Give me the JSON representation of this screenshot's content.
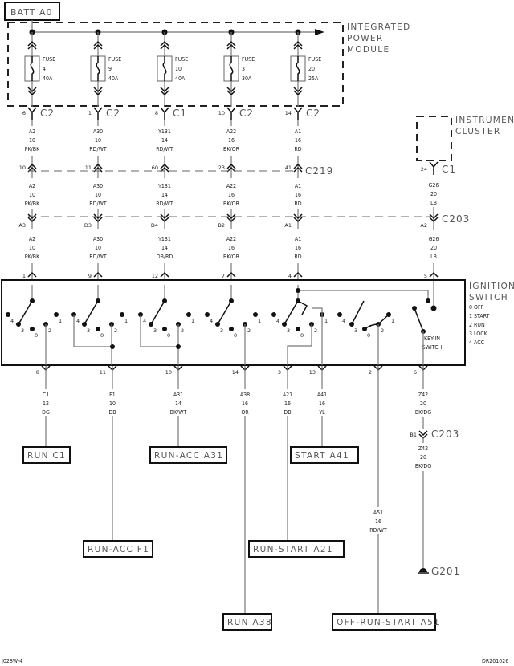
{
  "title_box": "BATT A0",
  "modules": {
    "ipm": [
      "INTEGRATED",
      "POWER",
      "MODULE"
    ],
    "cluster": [
      "INSTRUMENT",
      "CLUSTER"
    ],
    "ignition": [
      "IGNITION",
      "SWITCH"
    ],
    "ignition_legend": [
      "0 OFF",
      "1 START",
      "2 RUN",
      "3 LOCK",
      "4 ACC"
    ],
    "key_in": [
      "KEY-IN",
      "SWITCH"
    ]
  },
  "fuses": [
    {
      "label": "FUSE",
      "number": "4",
      "rating": "40A",
      "pin": "6",
      "connector": "C2"
    },
    {
      "label": "FUSE",
      "number": "9",
      "rating": "40A",
      "pin": "1",
      "connector": "C2"
    },
    {
      "label": "FUSE",
      "number": "10",
      "rating": "40A",
      "pin": "8",
      "connector": "C1"
    },
    {
      "label": "FUSE",
      "number": "3",
      "rating": "30A",
      "pin": "10",
      "connector": "C2"
    },
    {
      "label": "FUSE",
      "number": "20",
      "rating": "25A",
      "pin": "14",
      "connector": "C2"
    }
  ],
  "wires_top": [
    {
      "seg1": [
        "A2",
        "10",
        "PK/BK"
      ],
      "c219_pin": "10",
      "seg2": [
        "A2",
        "10",
        "PK/BK"
      ],
      "c203_pin": "A3",
      "seg3": [
        "A2",
        "10",
        "PK/BK"
      ],
      "sw_pin": "1"
    },
    {
      "seg1": [
        "A30",
        "10",
        "RD/WT"
      ],
      "c219_pin": "11",
      "seg2": [
        "A30",
        "10",
        "RD/WT"
      ],
      "c203_pin": "D3",
      "seg3": [
        "A30",
        "10",
        "RD/WT"
      ],
      "sw_pin": "9"
    },
    {
      "seg1": [
        "Y131",
        "14",
        "RD/WT"
      ],
      "c219_pin": "60",
      "seg2": [
        "Y131",
        "14",
        "RD/WT"
      ],
      "c203_pin": "D4",
      "seg3": [
        "Y131",
        "14",
        "DB/RD"
      ],
      "sw_pin": "12"
    },
    {
      "seg1": [
        "A22",
        "16",
        "BK/OR"
      ],
      "c219_pin": "23",
      "seg2": [
        "A22",
        "16",
        "BK/OR"
      ],
      "c203_pin": "B2",
      "seg3": [
        "A22",
        "16",
        "BK/OR"
      ],
      "sw_pin": "7"
    },
    {
      "seg1": [
        "A1",
        "16",
        "RD"
      ],
      "c219_pin": "41",
      "seg2": [
        "A1",
        "16",
        "RD"
      ],
      "c203_pin": "A1",
      "seg3": [
        "A1",
        "16",
        "RD"
      ],
      "sw_pin": "4"
    }
  ],
  "cluster_wire": {
    "pin": "24",
    "connector": "C1",
    "seg1": [
      "G26",
      "20",
      "LB"
    ],
    "c203_pin": "A2",
    "seg2": [
      "G26",
      "20",
      "LB"
    ],
    "sw_pin": "5"
  },
  "connectors": {
    "c219": "C219",
    "c203": "C203",
    "c203b": "C203"
  },
  "switch_positions": [
    "4",
    "3",
    "0",
    "2",
    "1"
  ],
  "wires_bottom": [
    {
      "pin": "8",
      "wire": [
        "C1",
        "12",
        "DG"
      ],
      "dest": "RUN C1"
    },
    {
      "pin": "11",
      "wire": [
        "F1",
        "10",
        "DB"
      ],
      "dest": "RUN-ACC F1"
    },
    {
      "pin": "10",
      "wire": [
        "A31",
        "14",
        "BK/WT"
      ],
      "dest": "RUN-ACC A31"
    },
    {
      "pin": "14",
      "wire": [
        "A38",
        "16",
        "OR"
      ],
      "dest": "RUN A38"
    },
    {
      "pin": "3",
      "wire": [
        "A21",
        "16",
        "DB"
      ],
      "dest": "RUN-START A21"
    },
    {
      "pin": "13",
      "wire": [
        "A41",
        "16",
        "YL"
      ],
      "dest": "START A41"
    },
    {
      "pin": "2",
      "wire": [
        "A51",
        "16",
        "RD/WT"
      ],
      "dest": "OFF-RUN-START A51"
    },
    {
      "pin": "6",
      "wire": [
        "Z42",
        "20",
        "BK/DG"
      ],
      "c203_pin": "B1",
      "wire2": [
        "Z42",
        "20",
        "BK/DG"
      ],
      "dest": "G201"
    }
  ],
  "footer": {
    "left": "J028W-4",
    "right": "DR201026"
  }
}
